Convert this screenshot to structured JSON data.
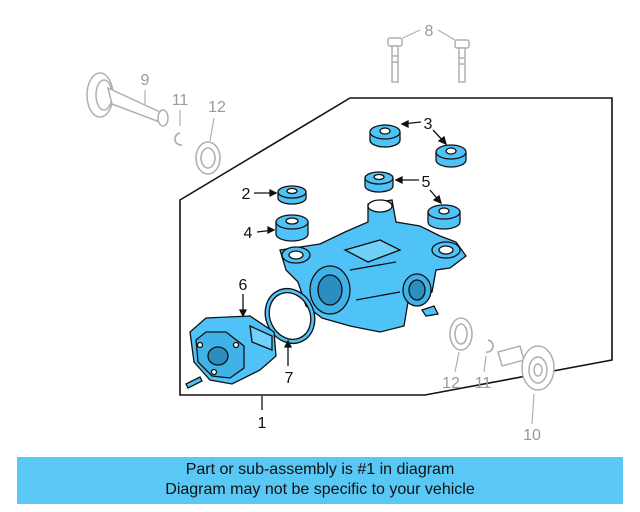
{
  "callouts": {
    "c1": "1",
    "c2": "2",
    "c3": "3",
    "c4": "4",
    "c5": "5",
    "c6": "6",
    "c7": "7",
    "c8": "8",
    "c9": "9",
    "c10": "10",
    "c11a": "11",
    "c11b": "11",
    "c12a": "12",
    "c12b": "12"
  },
  "banner": {
    "line1": "Part or sub-assembly is #1 in diagram",
    "line2": "Diagram may not be specific to your vehicle"
  },
  "colors": {
    "highlight": "#4fc3f7",
    "banner": "#5ac8f5",
    "ghost": "#b0b0b0",
    "outline": "#111111"
  }
}
